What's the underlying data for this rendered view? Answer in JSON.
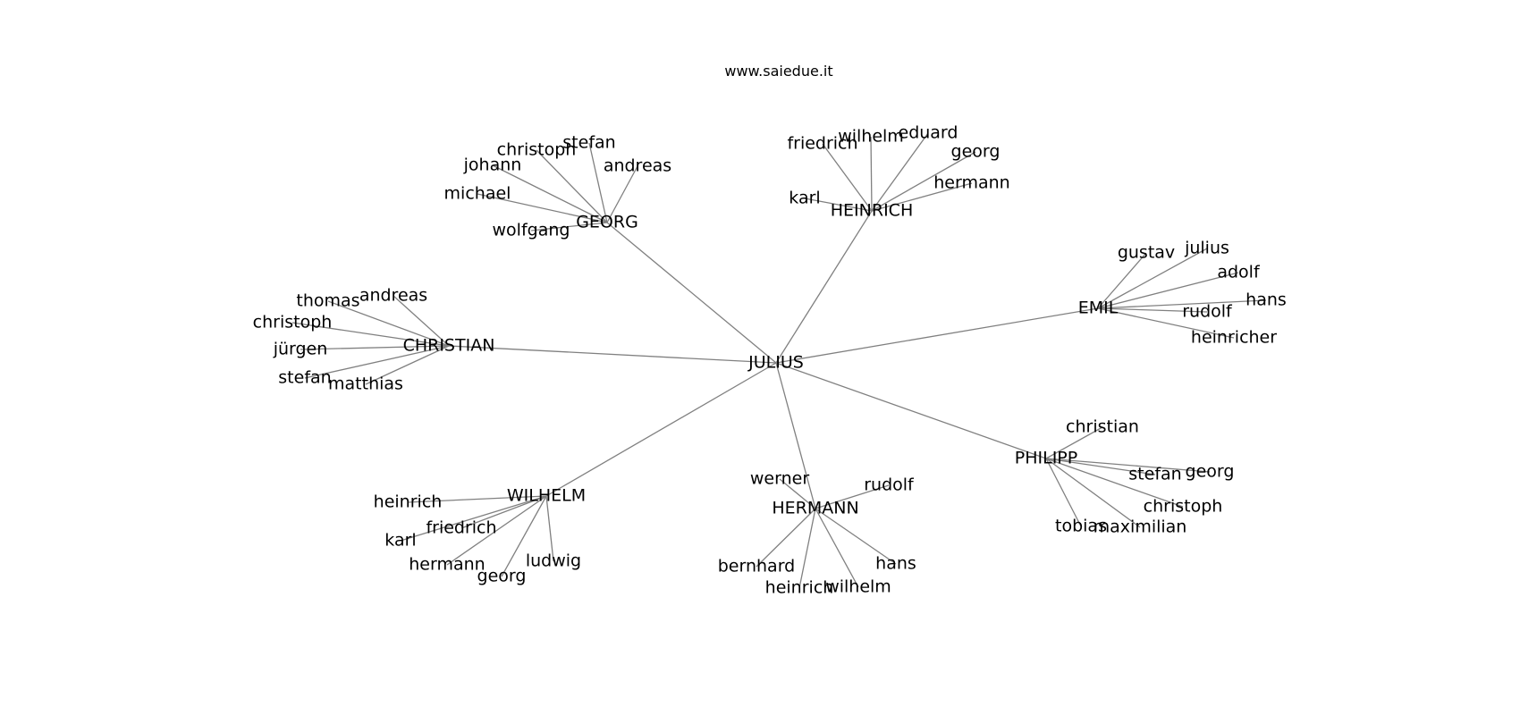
{
  "watermark": "www.saiedue.it",
  "root": "JULIUS",
  "hubs": [
    {
      "name": "GEORG",
      "leaves": [
        "christoph",
        "stefan",
        "johann",
        "andreas",
        "michael",
        "wolfgang"
      ]
    },
    {
      "name": "HEINRICH",
      "leaves": [
        "friedrich",
        "wilhelm",
        "eduard",
        "georg",
        "hermann",
        "karl"
      ]
    },
    {
      "name": "EMIL",
      "leaves": [
        "gustav",
        "julius",
        "adolf",
        "hans",
        "rudolf",
        "heinricher"
      ]
    },
    {
      "name": "CHRISTIAN",
      "leaves": [
        "thomas",
        "andreas",
        "christoph",
        "jürgen",
        "stefan",
        "matthias"
      ]
    },
    {
      "name": "PHILIPP",
      "leaves": [
        "christian",
        "stefan",
        "georg",
        "christoph",
        "tobias",
        "maximilian"
      ]
    },
    {
      "name": "WILHELM",
      "leaves": [
        "heinrich",
        "friedrich",
        "karl",
        "hermann",
        "georg",
        "ludwig"
      ]
    },
    {
      "name": "HERMANN",
      "leaves": [
        "werner",
        "rudolf",
        "bernhard",
        "heinrich",
        "wilhelm",
        "hans"
      ]
    }
  ]
}
